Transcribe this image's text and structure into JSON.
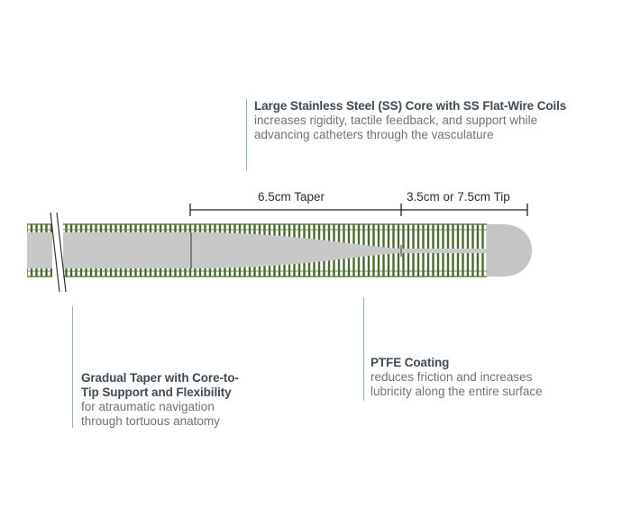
{
  "callouts": {
    "core": {
      "title": "Large Stainless Steel (SS) Core with SS Flat-Wire Coils",
      "desc_line1": "increases rigidity, tactile feedback, and support while",
      "desc_line2": "advancing catheters through the vasculature"
    },
    "taper": {
      "title_line1": "Gradual Taper with Core-to-",
      "title_line2": "Tip Support and Flexibility",
      "desc_line1": "for atraumatic navigation",
      "desc_line2": "through tortuous anatomy"
    },
    "ptfe": {
      "title": "PTFE Coating",
      "desc_line1": "reduces friction and increases",
      "desc_line2": "lubricity along the entire surface"
    }
  },
  "dimensions": {
    "taper_label": "6.5cm Taper",
    "tip_label": "3.5cm or 7.5cm Tip"
  },
  "colors": {
    "coil_stripe": "#4a6a2f",
    "core_gray": "#c8c8c8",
    "tip_gray": "#c4c4c4",
    "callout_line": "#8fb2c6",
    "dimension_line": "#222222"
  }
}
